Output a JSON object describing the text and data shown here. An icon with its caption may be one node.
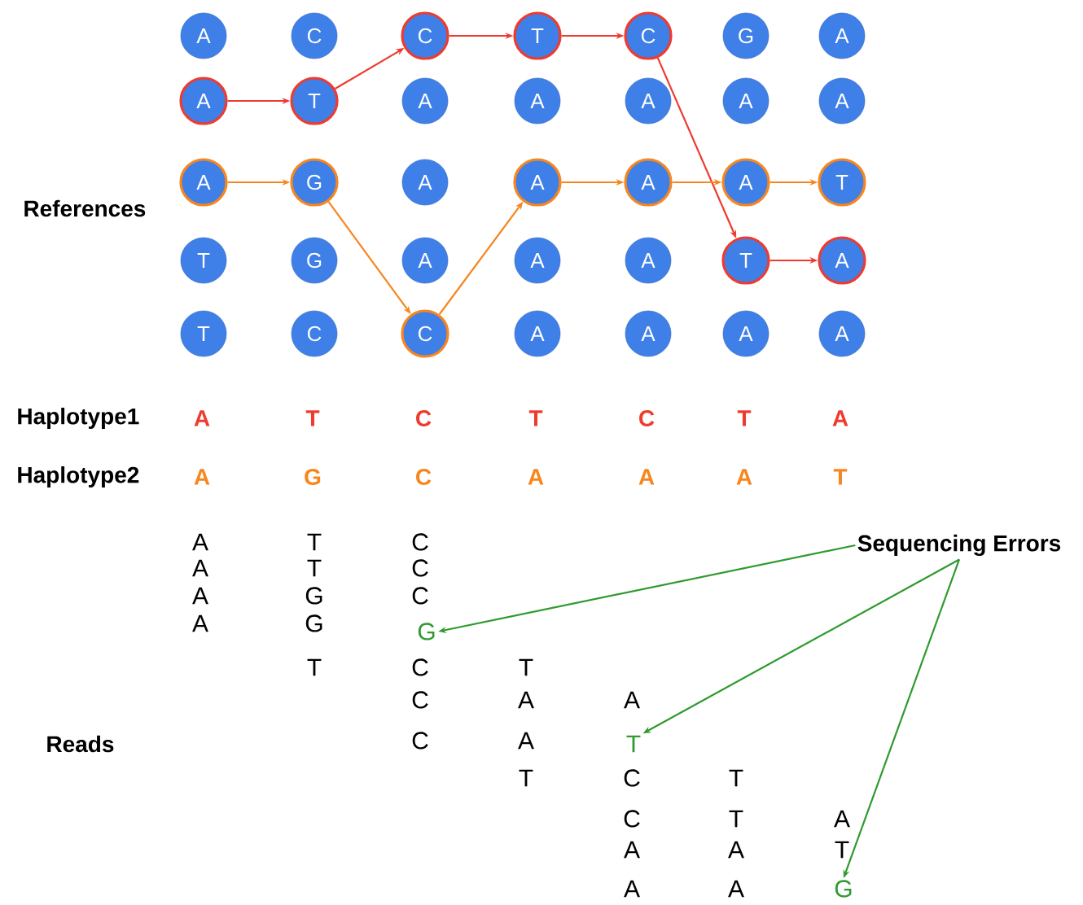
{
  "diagram": {
    "nodes": [
      {
        "text": [
          "A"
        ]
      },
      {
        "text": [
          "C"
        ]
      },
      {
        "text": [
          "C"
        ]
      },
      {
        "text": [
          "T"
        ]
      },
      {
        "text": [
          "C"
        ]
      },
      {
        "text": [
          "G"
        ]
      },
      {
        "text": [
          "A"
        ]
      },
      {
        "text": [
          "A"
        ]
      },
      {
        "text": [
          "T"
        ]
      },
      {
        "text": [
          "A"
        ]
      },
      {
        "text": [
          "A"
        ]
      },
      {
        "text": [
          "A"
        ]
      },
      {
        "text": [
          "A"
        ]
      },
      {
        "text": [
          "A"
        ]
      },
      {
        "text": [
          "A"
        ]
      },
      {
        "text": [
          "G"
        ]
      },
      {
        "text": [
          "A"
        ]
      },
      {
        "text": [
          "A"
        ]
      },
      {
        "text": [
          "A"
        ]
      },
      {
        "text": [
          "A"
        ]
      },
      {
        "text": [
          "T"
        ]
      },
      {
        "text": [
          "T"
        ]
      },
      {
        "text": [
          "G"
        ]
      },
      {
        "text": [
          "A"
        ]
      },
      {
        "text": [
          "A"
        ]
      },
      {
        "text": [
          "A"
        ]
      },
      {
        "text": [
          "T"
        ]
      },
      {
        "text": [
          "A"
        ]
      },
      {
        "text": [
          "T"
        ]
      },
      {
        "text": [
          "C"
        ]
      },
      {
        "text": [
          "C"
        ]
      },
      {
        "text": [
          "A"
        ]
      },
      {
        "text": [
          "A"
        ]
      },
      {
        "text": [
          "A"
        ]
      },
      {
        "text": [
          "A"
        ]
      },
      {
        "text": [
          "Sequencing Errors"
        ]
      },
      {
        "text": [
          "G"
        ]
      },
      {
        "text": [
          "T"
        ]
      },
      {
        "text": [
          "G"
        ]
      }
    ],
    "edges": [
      {
        "from": 7,
        "to": 8,
        "arrow": "to",
        "color": "#ee3b2f"
      },
      {
        "from": 8,
        "to": 2,
        "arrow": "to",
        "color": "#ee3b2f"
      },
      {
        "from": 2,
        "to": 3,
        "arrow": "to",
        "color": "#ee3b2f"
      },
      {
        "from": 3,
        "to": 4,
        "arrow": "to",
        "color": "#ee3b2f"
      },
      {
        "from": 4,
        "to": 26,
        "arrow": "to",
        "color": "#ee3b2f"
      },
      {
        "from": 26,
        "to": 27,
        "arrow": "to",
        "color": "#ee3b2f"
      },
      {
        "from": 14,
        "to": 15,
        "arrow": "to",
        "color": "#f7861e"
      },
      {
        "from": 15,
        "to": 30,
        "arrow": "to",
        "color": "#f7861e"
      },
      {
        "from": 30,
        "to": 17,
        "arrow": "to",
        "color": "#f7861e"
      },
      {
        "from": 17,
        "to": 18,
        "arrow": "to",
        "color": "#f7861e"
      },
      {
        "from": 18,
        "to": 19,
        "arrow": "to",
        "color": "#f7861e"
      },
      {
        "from": 19,
        "to": 20,
        "arrow": "to",
        "color": "#f7861e"
      },
      {
        "from": 35,
        "to": 36,
        "arrow": "to",
        "color": "#2f9a2f"
      },
      {
        "from": 35,
        "to": 37,
        "arrow": "to",
        "color": "#2f9a2f"
      },
      {
        "from": 35,
        "to": 38,
        "arrow": "to",
        "color": "#2f9a2f"
      }
    ],
    "labels": [
      "References",
      "Haplotype1",
      "A",
      "T",
      "C",
      "T",
      "C",
      "T",
      "A",
      "Haplotype2",
      "A",
      "G",
      "C",
      "A",
      "A",
      "A",
      "T",
      "A",
      "T",
      "C",
      "A",
      "T",
      "C",
      "A",
      "G",
      "C",
      "A",
      "G",
      "T",
      "C",
      "T",
      "C",
      "A",
      "A",
      "Reads",
      "C",
      "A",
      "T",
      "C",
      "T",
      "C",
      "T",
      "A",
      "A",
      "A",
      "T",
      "A",
      "A"
    ]
  }
}
